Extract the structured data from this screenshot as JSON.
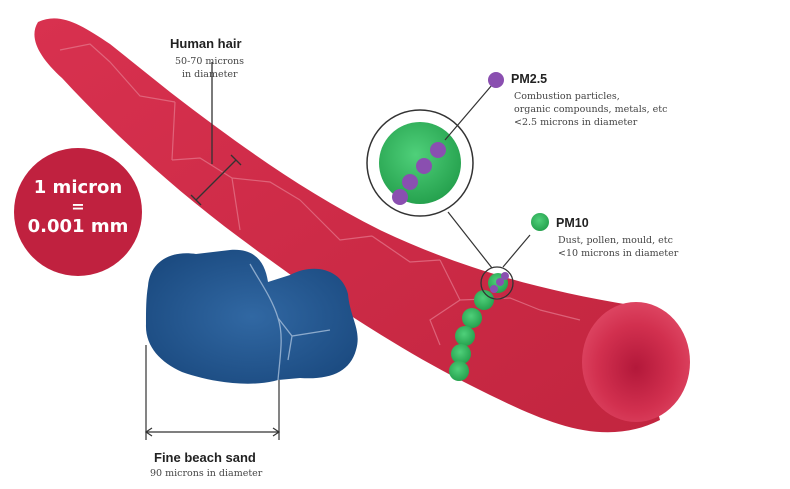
{
  "unit_badge": {
    "line1": "1 micron",
    "line2": "=",
    "line3": "0.001 mm"
  },
  "hair": {
    "title": "Human hair",
    "line1": "50-70 microns",
    "line2": "in diameter"
  },
  "pm25": {
    "title": "PM2.5",
    "line1": "Combustion particles,",
    "line2": "organic compounds, metals, etc",
    "line3": "<2.5 microns in diameter"
  },
  "pm10": {
    "title": "PM10",
    "line1": "Dust, pollen, mould, etc",
    "line2": "<10 microns in diameter"
  },
  "sand": {
    "title": "Fine beach sand",
    "line1": "90 microns in diameter"
  },
  "colors": {
    "hair": "#cc2a4a",
    "hair_dark": "#a81c3a",
    "badge": "#c0213f",
    "sand": "#1d4f86",
    "pm10": "#2db25a",
    "pm25": "#8a4fb0"
  }
}
